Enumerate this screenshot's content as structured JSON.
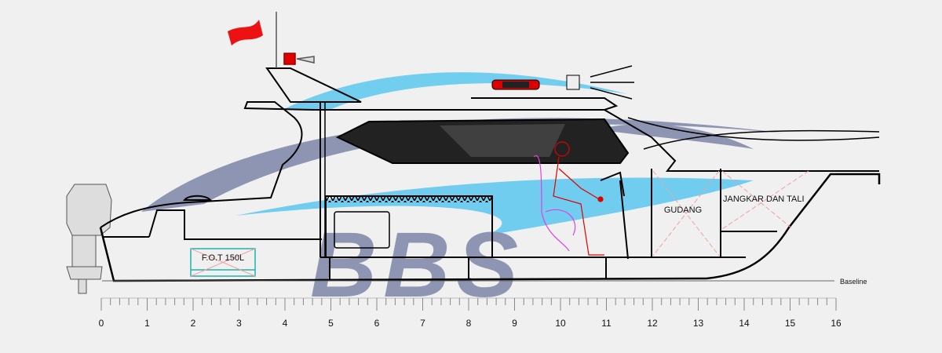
{
  "drawing": {
    "labels": {
      "fuel_tank": "F.O.T 150L",
      "storage": "GUDANG",
      "anchor_store": "JANGKAR DAN TALI",
      "baseline": "Baseline"
    },
    "watermark": "BBS",
    "scale": {
      "ticks": [
        "0",
        "1",
        "2",
        "3",
        "4",
        "5",
        "6",
        "7",
        "8",
        "9",
        "10",
        "11",
        "12",
        "13",
        "14",
        "15",
        "16"
      ]
    },
    "colors": {
      "outline": "#000000",
      "watermark_grey": "#7d86a8",
      "watermark_blue": "#5bc8ef",
      "fuel_tank": "#20b2aa",
      "flag": "#ee1111",
      "helmsman": "#e00000",
      "seat": "#e040e0"
    }
  }
}
